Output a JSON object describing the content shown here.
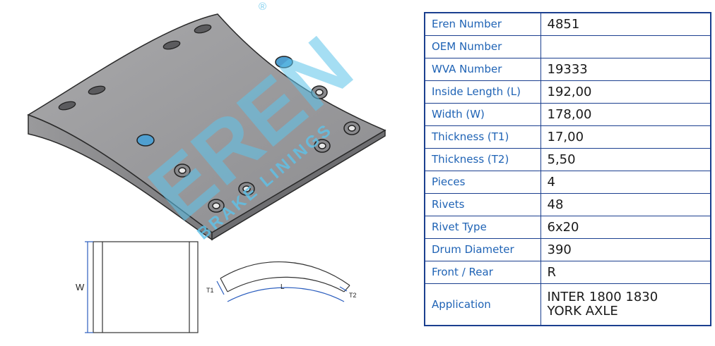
{
  "brand_watermark": {
    "logo_text": "EREN",
    "tagline": "BRAKE LININGS",
    "registered_mark": "®"
  },
  "diagram": {
    "width_label": "W",
    "length_label": "L",
    "thickness1_label": "T1",
    "thickness2_label": "T2"
  },
  "specs": [
    {
      "label": "Eren Number",
      "value": "4851"
    },
    {
      "label": "OEM Number",
      "value": ""
    },
    {
      "label": "WVA Number",
      "value": "19333"
    },
    {
      "label": "Inside Length (L)",
      "value": "192,00"
    },
    {
      "label": "Width (W)",
      "value": "178,00"
    },
    {
      "label": "Thickness (T1)",
      "value": "17,00"
    },
    {
      "label": "Thickness (T2)",
      "value": "5,50"
    },
    {
      "label": "Pieces",
      "value": "4"
    },
    {
      "label": "Rivets",
      "value": "48"
    },
    {
      "label": "Rivet Type",
      "value": "6x20"
    },
    {
      "label": "Drum Diameter",
      "value": "390"
    },
    {
      "label": "Front / Rear",
      "value": "R"
    },
    {
      "label": "Application",
      "value_lines": [
        "INTER 1800 1830",
        "YORK AXLE"
      ]
    }
  ],
  "colors": {
    "table_border": "#1b3f8f",
    "label_text": "#1f63b5",
    "watermark": "#5ec3ea"
  }
}
